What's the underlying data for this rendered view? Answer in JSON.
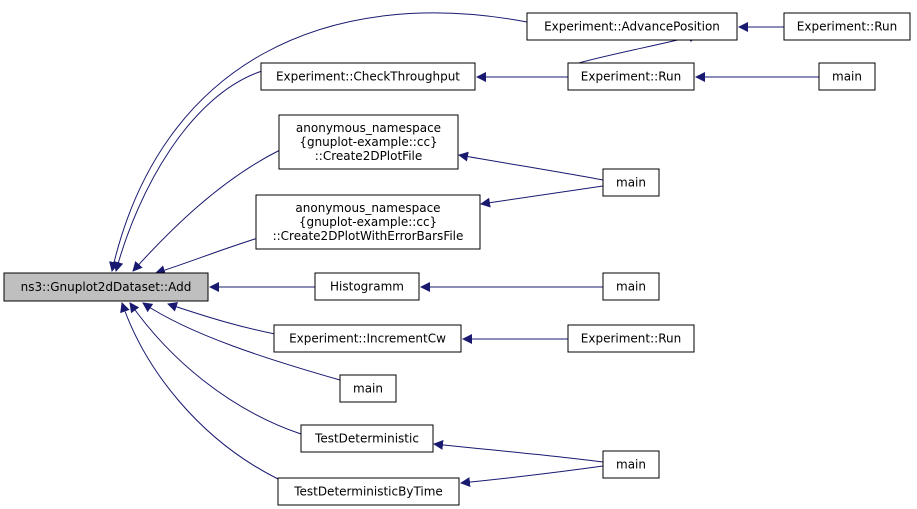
{
  "diagram": {
    "type": "doxygen-caller-graph",
    "colors": {
      "edge": "#191970",
      "root_fill": "#bfbfbf",
      "node_fill": "#ffffff",
      "border": "#000000"
    },
    "nodes": {
      "root": {
        "lines": [
          "ns3::Gnuplot2dDataset::Add"
        ]
      },
      "checkthroughput": {
        "lines": [
          "Experiment::CheckThroughput"
        ]
      },
      "create2dplot": {
        "lines": [
          "anonymous_namespace",
          "{gnuplot-example::cc}",
          "::Create2DPlotFile"
        ]
      },
      "create2dplotwitherr": {
        "lines": [
          "anonymous_namespace",
          "{gnuplot-example::cc}",
          "::Create2DPlotWithErrorBarsFile"
        ]
      },
      "histogramm": {
        "lines": [
          "Histogramm"
        ]
      },
      "incrementcw": {
        "lines": [
          "Experiment::IncrementCw"
        ]
      },
      "main_mid": {
        "lines": [
          "main"
        ]
      },
      "testdet": {
        "lines": [
          "TestDeterministic"
        ]
      },
      "testdettime": {
        "lines": [
          "TestDeterministicByTime"
        ]
      },
      "advancepos": {
        "lines": [
          "Experiment::AdvancePosition"
        ]
      },
      "run_ct": {
        "lines": [
          "Experiment::Run"
        ]
      },
      "main_c2d": {
        "lines": [
          "main"
        ]
      },
      "main_hist": {
        "lines": [
          "main"
        ]
      },
      "run_icw": {
        "lines": [
          "Experiment::Run"
        ]
      },
      "main_td": {
        "lines": [
          "main"
        ]
      },
      "run_ap": {
        "lines": [
          "Experiment::Run"
        ]
      },
      "main_run": {
        "lines": [
          "main"
        ]
      }
    },
    "edges": [
      {
        "from": "checkthroughput",
        "to": "root"
      },
      {
        "from": "create2dplot",
        "to": "root"
      },
      {
        "from": "create2dplotwitherr",
        "to": "root"
      },
      {
        "from": "histogramm",
        "to": "root"
      },
      {
        "from": "incrementcw",
        "to": "root"
      },
      {
        "from": "main_mid",
        "to": "root"
      },
      {
        "from": "testdet",
        "to": "root"
      },
      {
        "from": "testdettime",
        "to": "root"
      },
      {
        "from": "advancepos",
        "to": "root"
      },
      {
        "from": "run_ap",
        "to": "advancepos"
      },
      {
        "from": "run_ct",
        "to": "advancepos"
      },
      {
        "from": "run_ct",
        "to": "checkthroughput"
      },
      {
        "from": "main_run",
        "to": "run_ct"
      },
      {
        "from": "main_c2d",
        "to": "create2dplot"
      },
      {
        "from": "main_c2d",
        "to": "create2dplotwitherr"
      },
      {
        "from": "main_hist",
        "to": "histogramm"
      },
      {
        "from": "run_icw",
        "to": "incrementcw"
      },
      {
        "from": "main_td",
        "to": "testdet"
      },
      {
        "from": "main_td",
        "to": "testdettime"
      }
    ]
  }
}
